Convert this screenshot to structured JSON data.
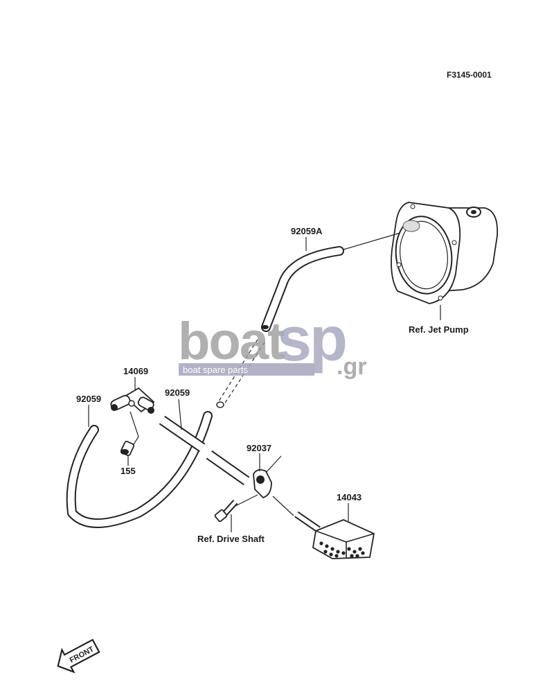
{
  "diagram": {
    "code": "F3145-0001",
    "labels": {
      "hose_upper": "92059A",
      "jet_pump_ref": "Ref. Jet Pump",
      "fitting": "14069",
      "hose_left": "92059",
      "hose_mid": "92059",
      "bolt": "155",
      "clamp": "92037",
      "drive_shaft_ref": "Ref. Drive Shaft",
      "filter": "14043"
    },
    "front_label": "FRONT"
  },
  "watermark": {
    "brand_left": "boat",
    "brand_right": "sp",
    "suffix": ".gr",
    "tagline": "boat spare parts"
  }
}
